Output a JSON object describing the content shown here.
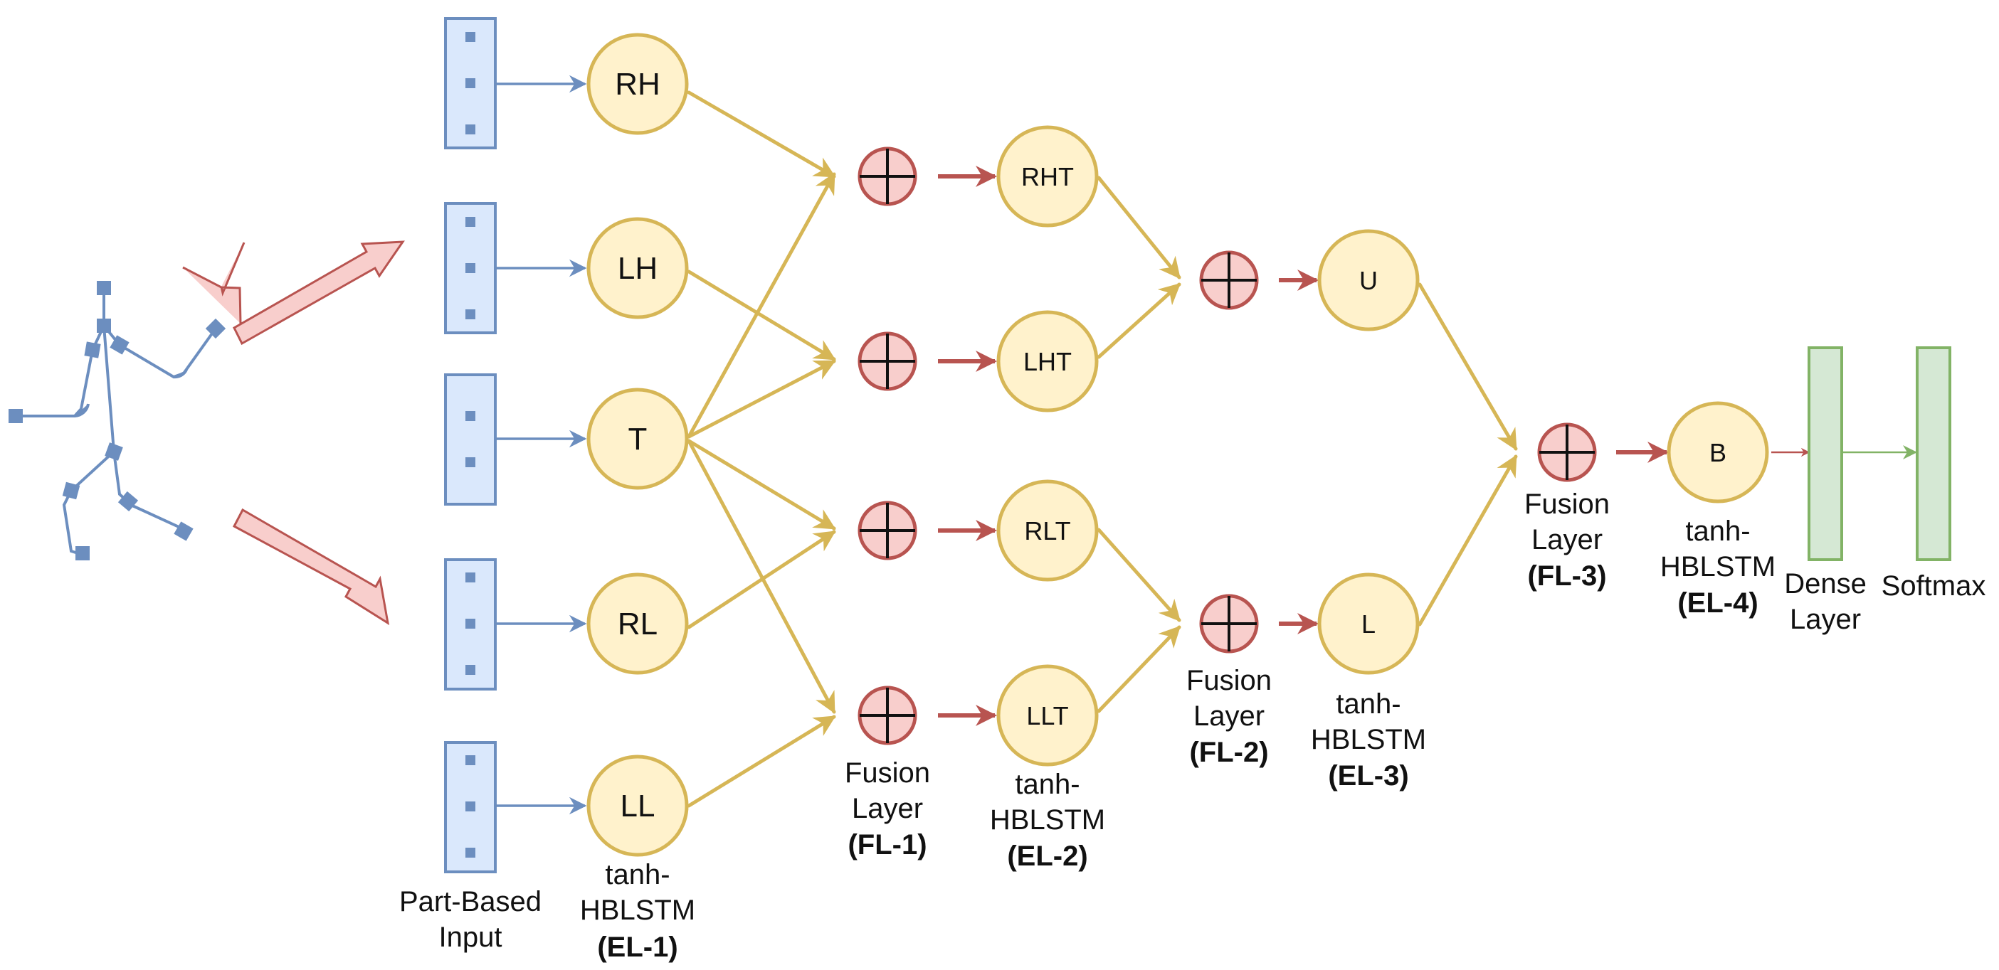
{
  "colors": {
    "input_fill": "#dae8fc",
    "input_stroke": "#6c8ebf",
    "node_fill": "#fff2cc",
    "node_stroke": "#d6b656",
    "fusion_fill": "#f8cecc",
    "fusion_stroke": "#b85450",
    "dense_fill": "#d5e8d4",
    "dense_stroke": "#82b366"
  },
  "el1_nodes": [
    "RH",
    "LH",
    "T",
    "RL",
    "LL"
  ],
  "el2_nodes": [
    "RHT",
    "LHT",
    "RLT",
    "LLT"
  ],
  "el3_nodes": [
    "U",
    "L"
  ],
  "el4_node": "B",
  "captions": {
    "input": [
      "Part-Based",
      "Input"
    ],
    "el1": [
      "tanh-",
      "HBLSTM",
      "(EL-1)"
    ],
    "fl1": [
      "Fusion",
      "Layer",
      "(FL-1)"
    ],
    "el2": [
      "tanh-",
      "HBLSTM",
      "(EL-2)"
    ],
    "fl2": [
      "Fusion",
      "Layer",
      "(FL-2)"
    ],
    "el3": [
      "tanh-",
      "HBLSTM",
      "(EL-3)"
    ],
    "fl3": [
      "Fusion",
      "Layer",
      "(FL-3)"
    ],
    "el4": [
      "tanh-",
      "HBLSTM",
      "(EL-4)"
    ],
    "dense": [
      "Dense",
      "Layer"
    ],
    "softmax": "Softmax"
  }
}
